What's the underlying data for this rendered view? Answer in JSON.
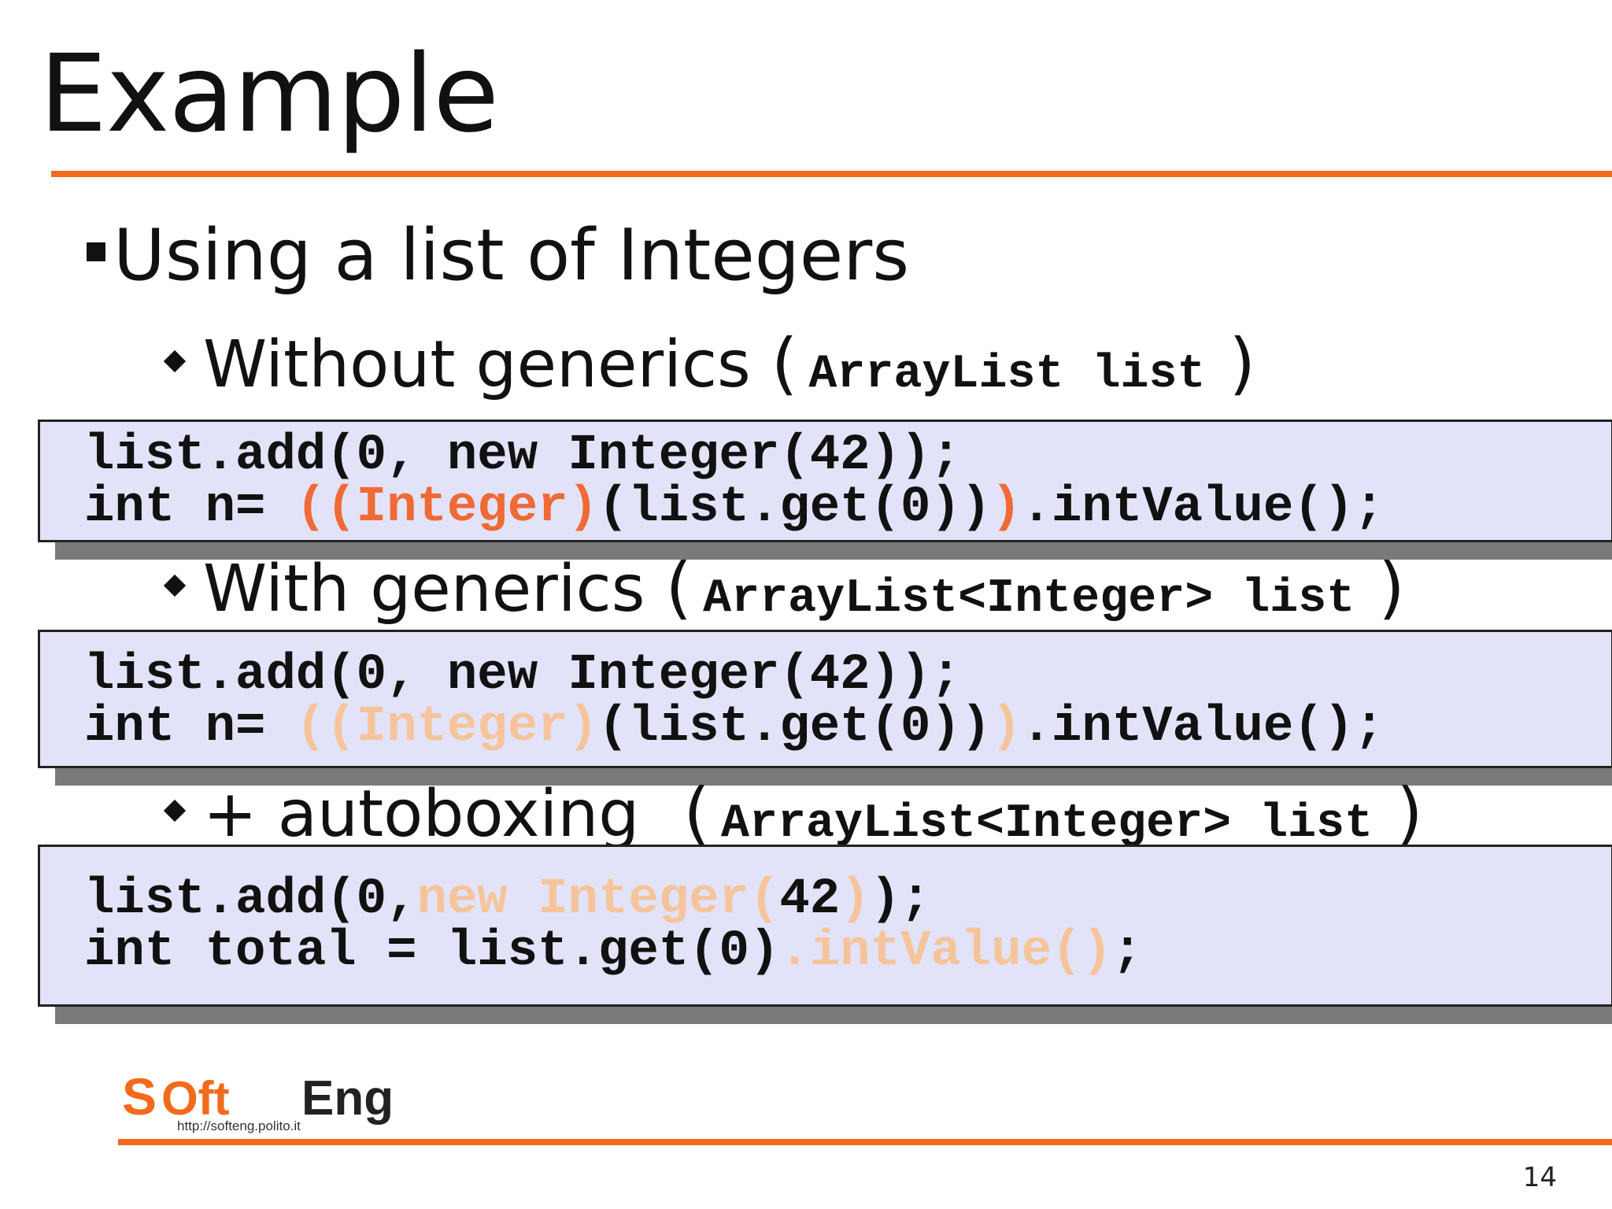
{
  "slide": {
    "title": "Example",
    "bullet": "Using a list of Integers",
    "page_number": "14"
  },
  "sections": [
    {
      "label": "Without generics",
      "open_paren": "(",
      "code_decl": "ArrayList list",
      "close_paren": ")",
      "code": {
        "l1": "list.add(0, new Integer(42));",
        "l2_a": "int n= ",
        "l2_b": "((Integer)",
        "l2_c": "(list.get(0))",
        "l2_d": ")",
        "l2_e": ".intValue();"
      }
    },
    {
      "label": "With generics",
      "open_paren": "(",
      "code_decl": "ArrayList<Integer> list",
      "close_paren": ")",
      "code": {
        "l1": "list.add(0, new Integer(42));",
        "l2_a": "int n= ",
        "l2_b": "((Integer)",
        "l2_c": "(list.get(0))",
        "l2_d": ")",
        "l2_e": ".intValue();"
      }
    },
    {
      "label": "+ autoboxing",
      "open_paren": "(",
      "code_decl": "ArrayList<Integer> list",
      "close_paren": ")",
      "code": {
        "l1_a": "list.add(0,",
        "l1_b": "new Integer(",
        "l1_c": "42",
        "l1_d": ")",
        "l1_e": ");",
        "l2_a": "int total = list.get(0)",
        "l2_b": ".intValue()",
        "l2_c": ";"
      }
    }
  ],
  "logo": {
    "text_s": "S",
    "text_oft": "Oft",
    "text_eng": "Eng",
    "url": "http://softeng.polito.it"
  },
  "colors": {
    "accent": "#f26b1d",
    "highlight": "#ef6a36",
    "faint": "#f6c49b",
    "code_bg": "#e2e3f8"
  }
}
